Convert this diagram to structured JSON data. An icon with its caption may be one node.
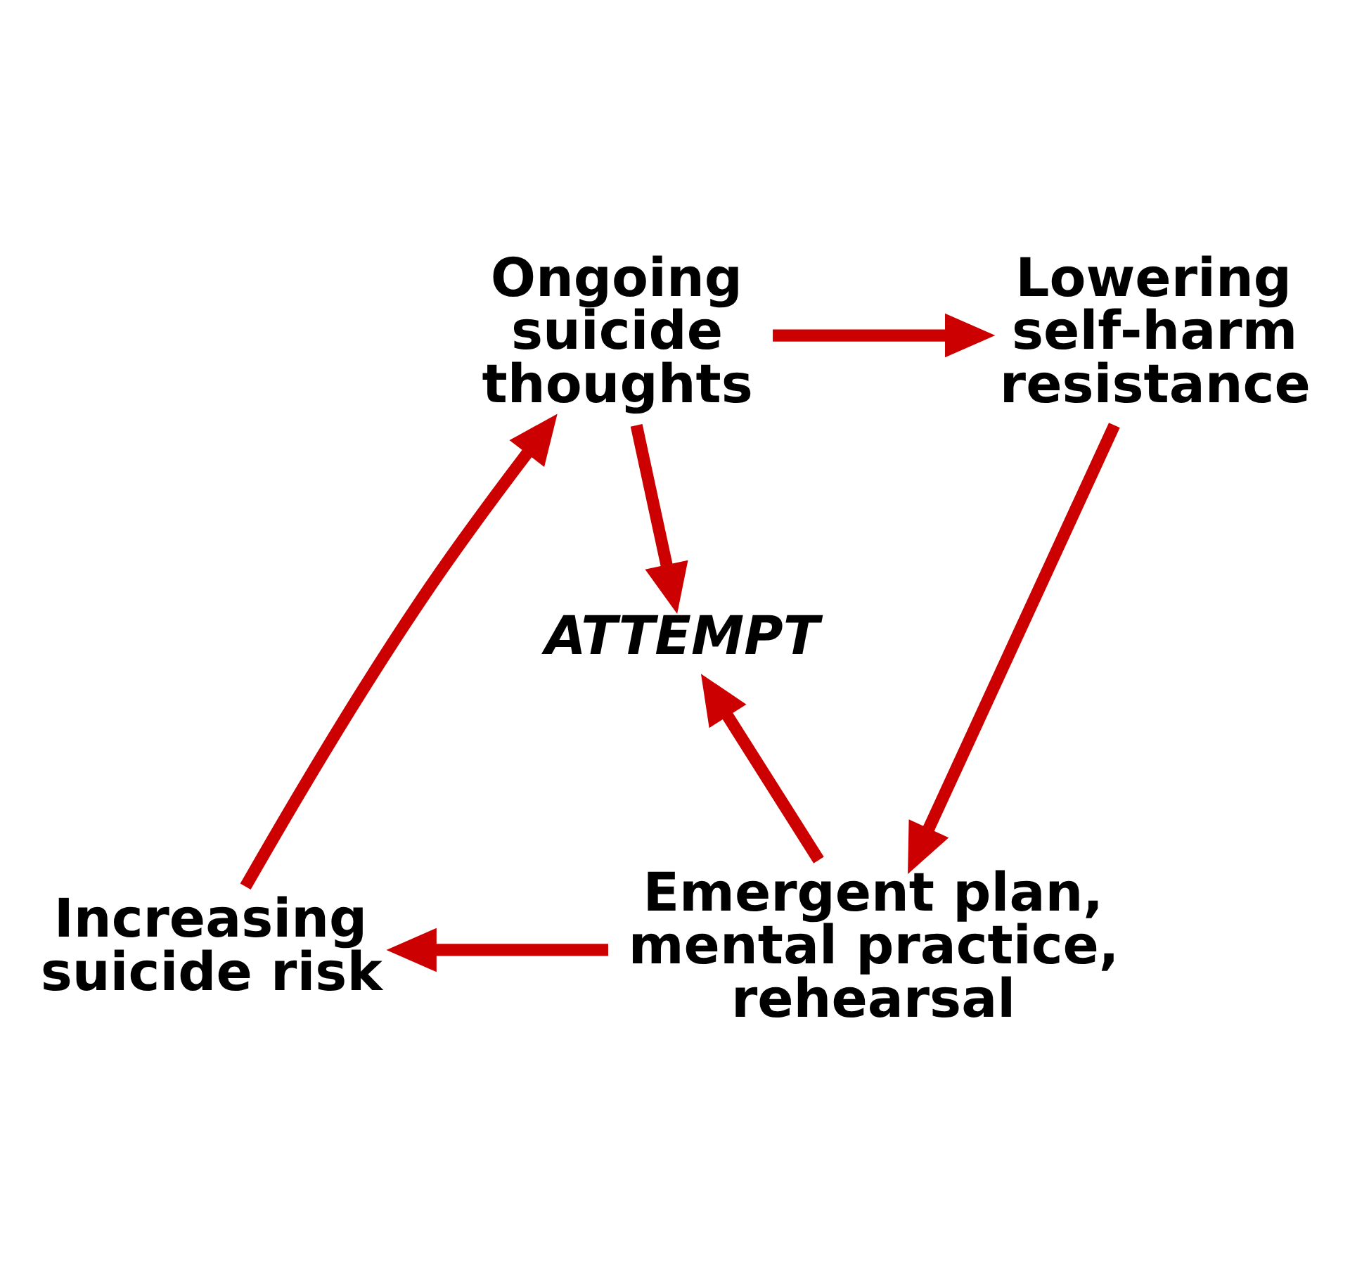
{
  "diagram": {
    "nodes": [
      {
        "text": [
          "Ongoing suicide thoughts"
        ]
      },
      {
        "text": [
          "Lowering self-harm resistance"
        ]
      },
      {
        "text": [
          "Emergent plan, mental practice, rehearsal"
        ]
      },
      {
        "text": [
          "Increasing suicide risk"
        ]
      },
      {
        "text": [
          "ATTEMPT"
        ]
      }
    ],
    "edges": [
      {
        "from": 0,
        "to": 1,
        "arrow": "to"
      },
      {
        "from": 1,
        "to": 2,
        "arrow": "to"
      },
      {
        "from": 2,
        "to": 3,
        "arrow": "to"
      },
      {
        "from": 3,
        "to": 0,
        "arrow": "to"
      },
      {
        "from": 0,
        "to": 4,
        "arrow": "to"
      },
      {
        "from": 2,
        "to": 4,
        "arrow": "to"
      }
    ]
  }
}
